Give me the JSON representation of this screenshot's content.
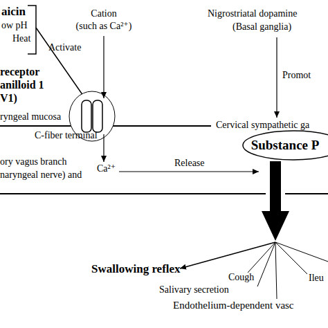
{
  "diagram": {
    "nodes": [
      {
        "text": [
          "Substance P"
        ]
      }
    ],
    "labels": [
      "aicin",
      "ow pH",
      "Heat",
      "Activate",
      "Cation",
      "(such as Ca²⁺)",
      "Nigrostriatal dopamine",
      "(Basal ganglia)",
      "receptor",
      "anilloid 1",
      "V1)",
      "Promot",
      "ryngeal mucosa",
      "Cervical sympathetic ga",
      "C-fiber terminal",
      "ory vagus branch",
      "Ca²⁺",
      "Release",
      "naryngeal nerve) and",
      "Swallowing reflex",
      "Cough",
      "Ileu",
      "Salivary secretion",
      "Endothelium-dependent vasc"
    ]
  }
}
